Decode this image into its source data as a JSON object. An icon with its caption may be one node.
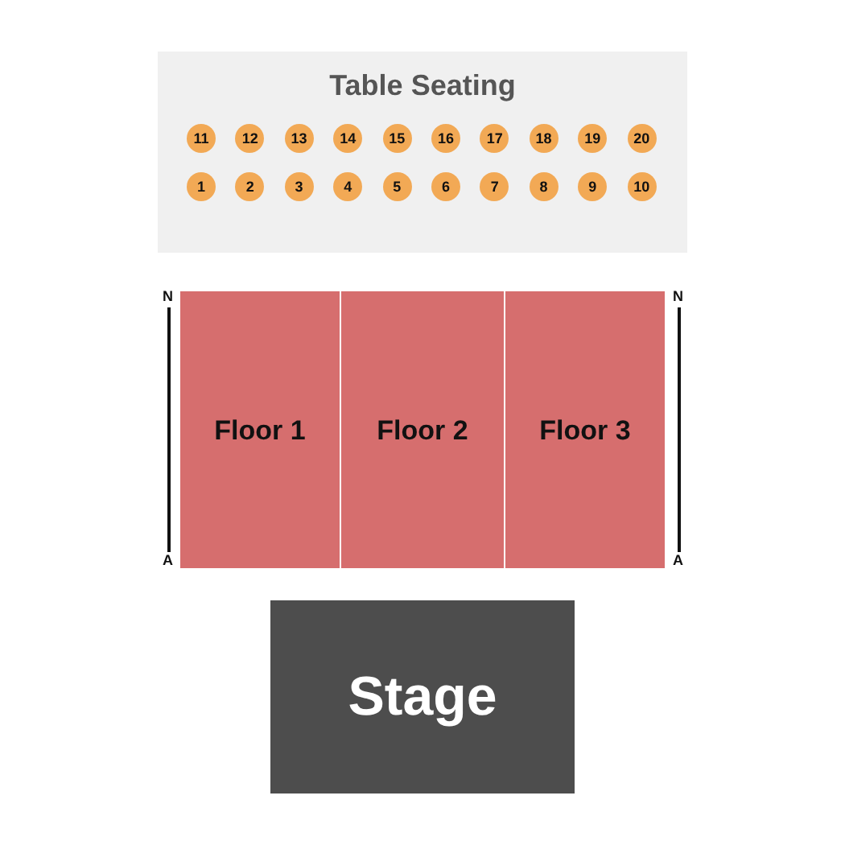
{
  "diagram": {
    "nodes": [
      {
        "text": [
          "Table Seating"
        ]
      },
      {
        "text": [
          "11"
        ],
        "in": 0
      },
      {
        "text": [
          "12"
        ],
        "in": 0
      },
      {
        "text": [
          "13"
        ],
        "in": 0
      },
      {
        "text": [
          "14"
        ],
        "in": 0
      },
      {
        "text": [
          "15"
        ],
        "in": 0
      },
      {
        "text": [
          "16"
        ],
        "in": 0
      },
      {
        "text": [
          "17"
        ],
        "in": 0
      },
      {
        "text": [
          "18"
        ],
        "in": 0
      },
      {
        "text": [
          "19"
        ],
        "in": 0
      },
      {
        "text": [
          "20"
        ],
        "in": 0
      },
      {
        "text": [
          "1"
        ],
        "in": 0
      },
      {
        "text": [
          "2"
        ],
        "in": 0
      },
      {
        "text": [
          "3"
        ],
        "in": 0
      },
      {
        "text": [
          "4"
        ],
        "in": 0
      },
      {
        "text": [
          "5"
        ],
        "in": 0
      },
      {
        "text": [
          "6"
        ],
        "in": 0
      },
      {
        "text": [
          "7"
        ],
        "in": 0
      },
      {
        "text": [
          "8"
        ],
        "in": 0
      },
      {
        "text": [
          "9"
        ],
        "in": 0
      },
      {
        "text": [
          "10"
        ],
        "in": 0
      },
      {
        "text": [
          "Floor 1"
        ]
      },
      {
        "text": [
          "Floor 2"
        ]
      },
      {
        "text": [
          "Floor 3"
        ]
      },
      {
        "text": [
          "Stage"
        ]
      }
    ],
    "labels": [
      "N",
      "N",
      "A",
      "A"
    ]
  }
}
